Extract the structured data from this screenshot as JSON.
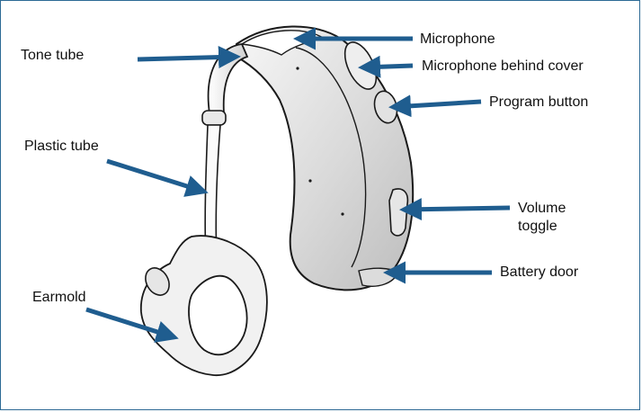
{
  "diagram": {
    "colors": {
      "border": "#2d6a95",
      "arrow": "#1f5d8f",
      "outline": "#1a1a1a",
      "body_light": "#f2f2f2",
      "body_shade": "#cfcfcf"
    },
    "labels": {
      "tone_tube": "Tone tube",
      "plastic_tube": "Plastic tube",
      "earmold": "Earmold",
      "microphone": "Microphone",
      "microphone_behind_cover": "Microphone behind cover",
      "program_button": "Program button",
      "volume_toggle_line1": "Volume",
      "volume_toggle_line2": "toggle",
      "battery_door": "Battery door"
    }
  }
}
